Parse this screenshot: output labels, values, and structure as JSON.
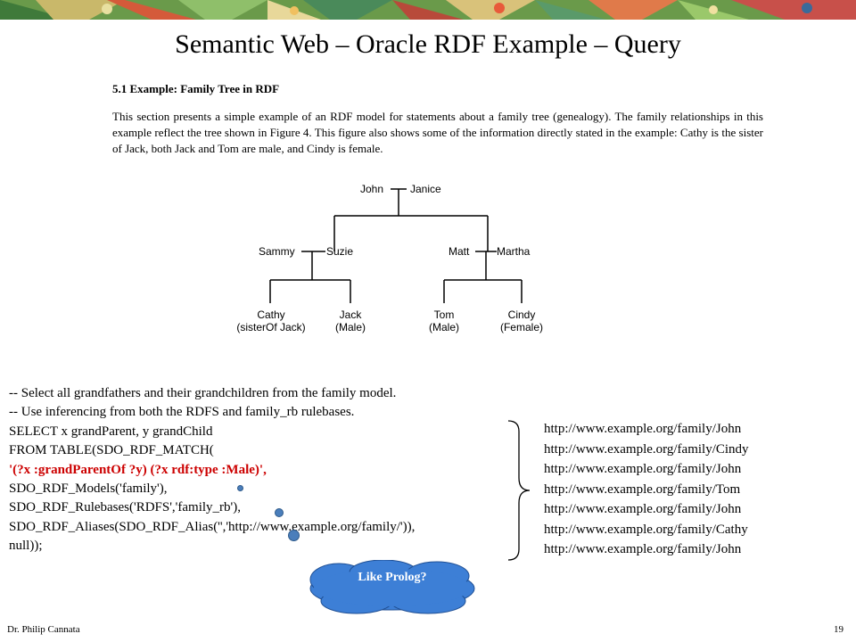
{
  "title": "Semantic Web – Oracle RDF Example – Query",
  "document": {
    "heading": "5.1 Example: Family Tree in RDF",
    "paragraph": "This section presents a simple example of an RDF model for statements about a family tree (genealogy). The family relationships in this example reflect the tree shown in Figure 4. This figure also shows some of the information directly stated in the example: Cathy is the sister of Jack, both Jack and Tom are male, and Cindy is female."
  },
  "tree": {
    "john": "John",
    "janice": "Janice",
    "sammy": "Sammy",
    "suzie": "Suzie",
    "matt": "Matt",
    "martha": "Martha",
    "cathy": "Cathy",
    "cathy_note": "(sisterOf Jack)",
    "jack": "Jack",
    "jack_note": "(Male)",
    "tom": "Tom",
    "tom_note": "(Male)",
    "cindy": "Cindy",
    "cindy_note": "(Female)"
  },
  "query": {
    "lines": [
      "-- Select all grandfathers and their grandchildren from the family model.",
      "-- Use inferencing from both the RDFS and family_rb rulebases.",
      "SELECT x grandParent, y grandChild",
      "FROM TABLE(SDO_RDF_MATCH(",
      "'(?x :grandParentOf ?y) (?x rdf:type :Male)',",
      "SDO_RDF_Models('family'),",
      "SDO_RDF_Rulebases('RDFS','family_rb'),",
      "SDO_RDF_Aliases(SDO_RDF_Alias('','http://www.example.org/family/')),",
      "null));"
    ]
  },
  "results": [
    "http://www.example.org/family/John",
    "http://www.example.org/family/Cindy",
    "http://www.example.org/family/John",
    "http://www.example.org/family/Tom",
    "http://www.example.org/family/John",
    "http://www.example.org/family/Cathy",
    "http://www.example.org/family/John"
  ],
  "callout": "Like Prolog?",
  "footer": {
    "author": "Dr. Philip Cannata",
    "page": "19"
  },
  "colors": {
    "highlight": "#cc0000",
    "cloud": "#3d7fd6",
    "dots": "#4a7ebb"
  }
}
